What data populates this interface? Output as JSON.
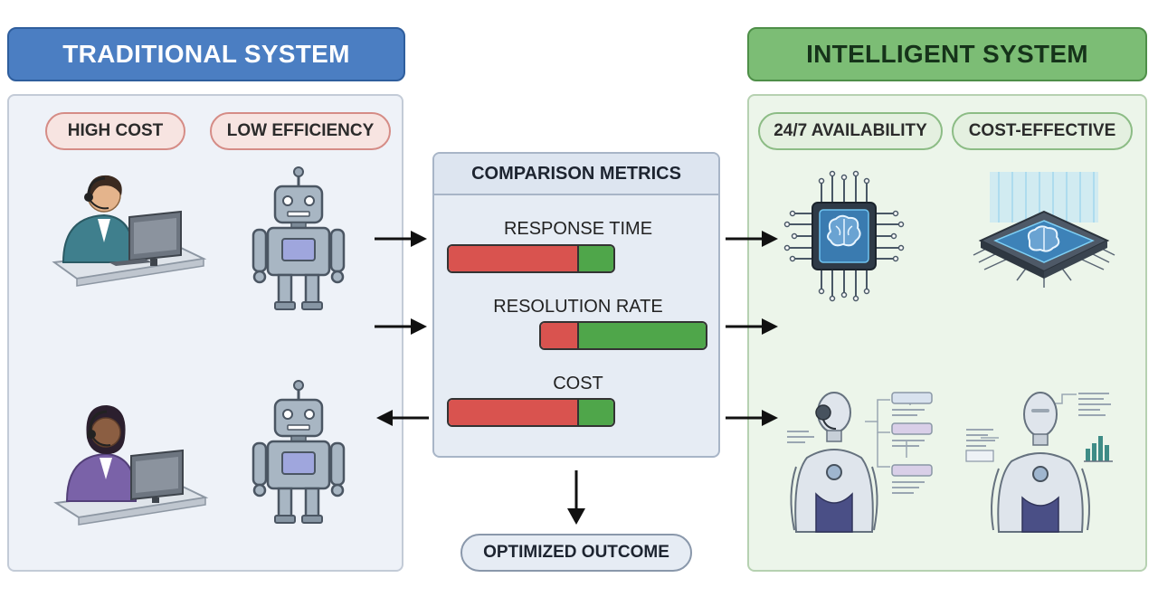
{
  "left": {
    "title": "TRADITIONAL SYSTEM",
    "tags": [
      "HIGH COST",
      "LOW EFFICIENCY"
    ]
  },
  "center": {
    "title": "COMPARISON METRICS",
    "metrics": [
      {
        "label": "RESPONSE TIME",
        "red_fraction": 0.78,
        "green_fraction": 0.22
      },
      {
        "label": "RESOLUTION RATE",
        "red_fraction": 0.22,
        "green_fraction": 0.78
      },
      {
        "label": "COST",
        "red_fraction": 0.78,
        "green_fraction": 0.22
      }
    ],
    "outcome": "OPTIMIZED OUTCOME"
  },
  "right": {
    "title": "INTELLIGENT SYSTEM",
    "tags": [
      "24/7 AVAILABILITY",
      "COST-EFFECTIVE"
    ]
  },
  "colors": {
    "traditional_accent": "#4b7ec2",
    "intelligent_accent": "#7cbd75",
    "bar_red": "#d9534f",
    "bar_green": "#4fa64a"
  }
}
